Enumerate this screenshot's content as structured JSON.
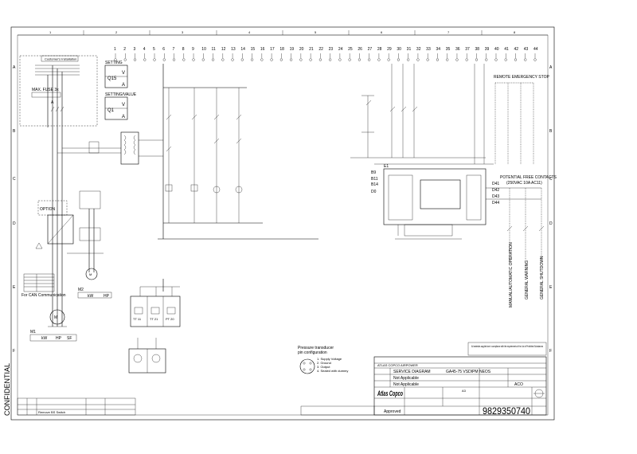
{
  "sheet": {
    "confidential": "CONFIDENTIAL",
    "zones_top": [
      "1",
      "2",
      "3",
      "4",
      "5",
      "6",
      "7",
      "8"
    ],
    "zones_side": [
      "A",
      "B",
      "C",
      "D",
      "E",
      "F"
    ]
  },
  "terminals": {
    "numbers": [
      "1",
      "2",
      "3",
      "4",
      "5",
      "6",
      "7",
      "8",
      "9",
      "10",
      "11",
      "12",
      "13",
      "14",
      "15",
      "16",
      "17",
      "18",
      "19",
      "20",
      "21",
      "22",
      "23",
      "24",
      "25",
      "26",
      "27",
      "28",
      "29",
      "30",
      "31",
      "32",
      "33",
      "34",
      "35",
      "36",
      "37",
      "38",
      "39",
      "40",
      "41",
      "42",
      "43",
      "44"
    ]
  },
  "customer_installation": {
    "title": "Customer's Installation",
    "max_fuse": "MAX. FUSE 3x",
    "fuse_unit": "A"
  },
  "setting": {
    "label": "SETTING",
    "q15": "Q15",
    "v_unit": "V",
    "a_unit": "A",
    "setting_value": "SETTING/VALUE",
    "q1": "Q1"
  },
  "labels": {
    "option": "OPTION",
    "can": "For CAN Communication",
    "remote_estop": "REMOTE EMERGENCY STOP",
    "potential_free": "POTENTIAL FREE CONTACTS",
    "potential_rating": "(250VAC 10A AC11)",
    "manual_auto": "MANUAL/AUTOMATIC OPERATION",
    "general_warning": "GENERAL WARNING",
    "general_shutdown": "GENERAL SHUTDOWN",
    "m1": "M1",
    "m2": "M2",
    "kw": "kW",
    "hp": "HP",
    "sf": "SF",
    "d41": "D41",
    "d42": "D42",
    "d43": "D43",
    "d44": "D44",
    "b9": "B9",
    "b11": "B11",
    "b14": "B14",
    "d0": "D0",
    "e1": "E1",
    "tt11": "TT 11",
    "tt21": "TT 21",
    "pt20": "PT 20"
  },
  "transducer": {
    "title": "Pressure transducer",
    "subtitle": "pin configuration",
    "pins": [
      "1. Supply Voltage",
      "2. Ground",
      "3. Output",
      "4. Sealed with dummy"
    ]
  },
  "materials_note": "All materials supplied are in compliance with the requirements of the List of Prohibited Substances",
  "title_block": {
    "company": "ATLAS COPCO AIRPOWER",
    "name": "SERVICE DIAGRAM",
    "model": "GA45-75 VSDIPM NEOS",
    "remarks": "Not Applicable",
    "treatment": "Not Applicable",
    "status": "Approved",
    "doc_number": "9829350740",
    "logo": "Atlas Copco",
    "revision": "ACO",
    "sheet": "A3",
    "revision_row": "Remove BS Switch"
  }
}
